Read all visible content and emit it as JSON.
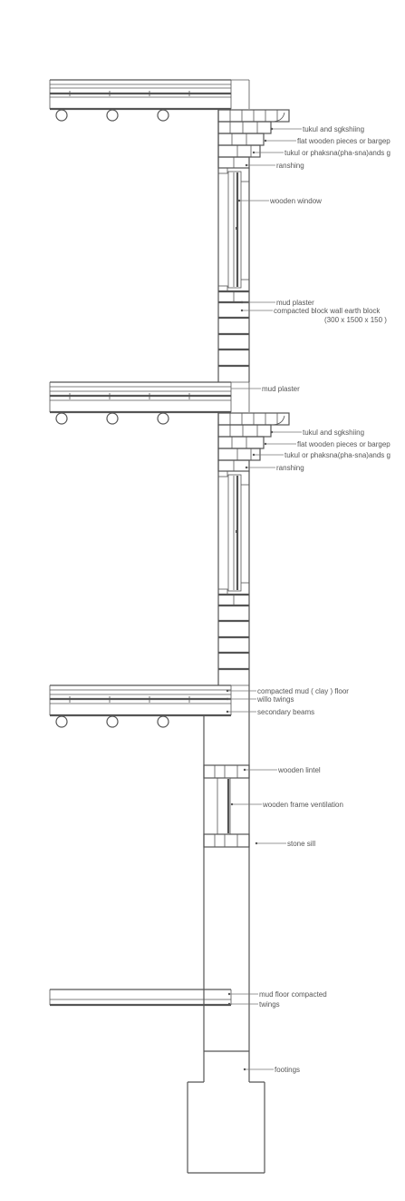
{
  "labels": {
    "top_tukul": "tukul and sgkshiing",
    "top_flat": "flat wooden pieces or bargep",
    "top_phaksna": "tukul or phaksna(pha-sna)ands g",
    "top_ranshing": "ranshing",
    "window": "wooden window",
    "mud_plaster_1": "mud plaster",
    "block_wall": "compacted block wall earth block",
    "block_dims": "(300 x 1500 x 150 )",
    "mud_plaster_2": "mud plaster",
    "mid_tukul": "tukul and sgkshiing",
    "mid_flat": "flat wooden pieces or bargep",
    "mid_phaksna": "tukul or phaksna(pha-sna)ands g",
    "mid_ranshing": "ranshing",
    "clay_floor": "compacted mud ( clay ) floor",
    "willo": "willo twings",
    "beams": "secondary beams",
    "lintel": "wooden lintel",
    "ventilation": "wooden frame ventilation",
    "sill": "stone sill",
    "floor_compacted": "mud  floor compacted",
    "twings": "twings",
    "footings": "footings"
  },
  "colors": {
    "line": "#555555",
    "background": "#ffffff"
  }
}
